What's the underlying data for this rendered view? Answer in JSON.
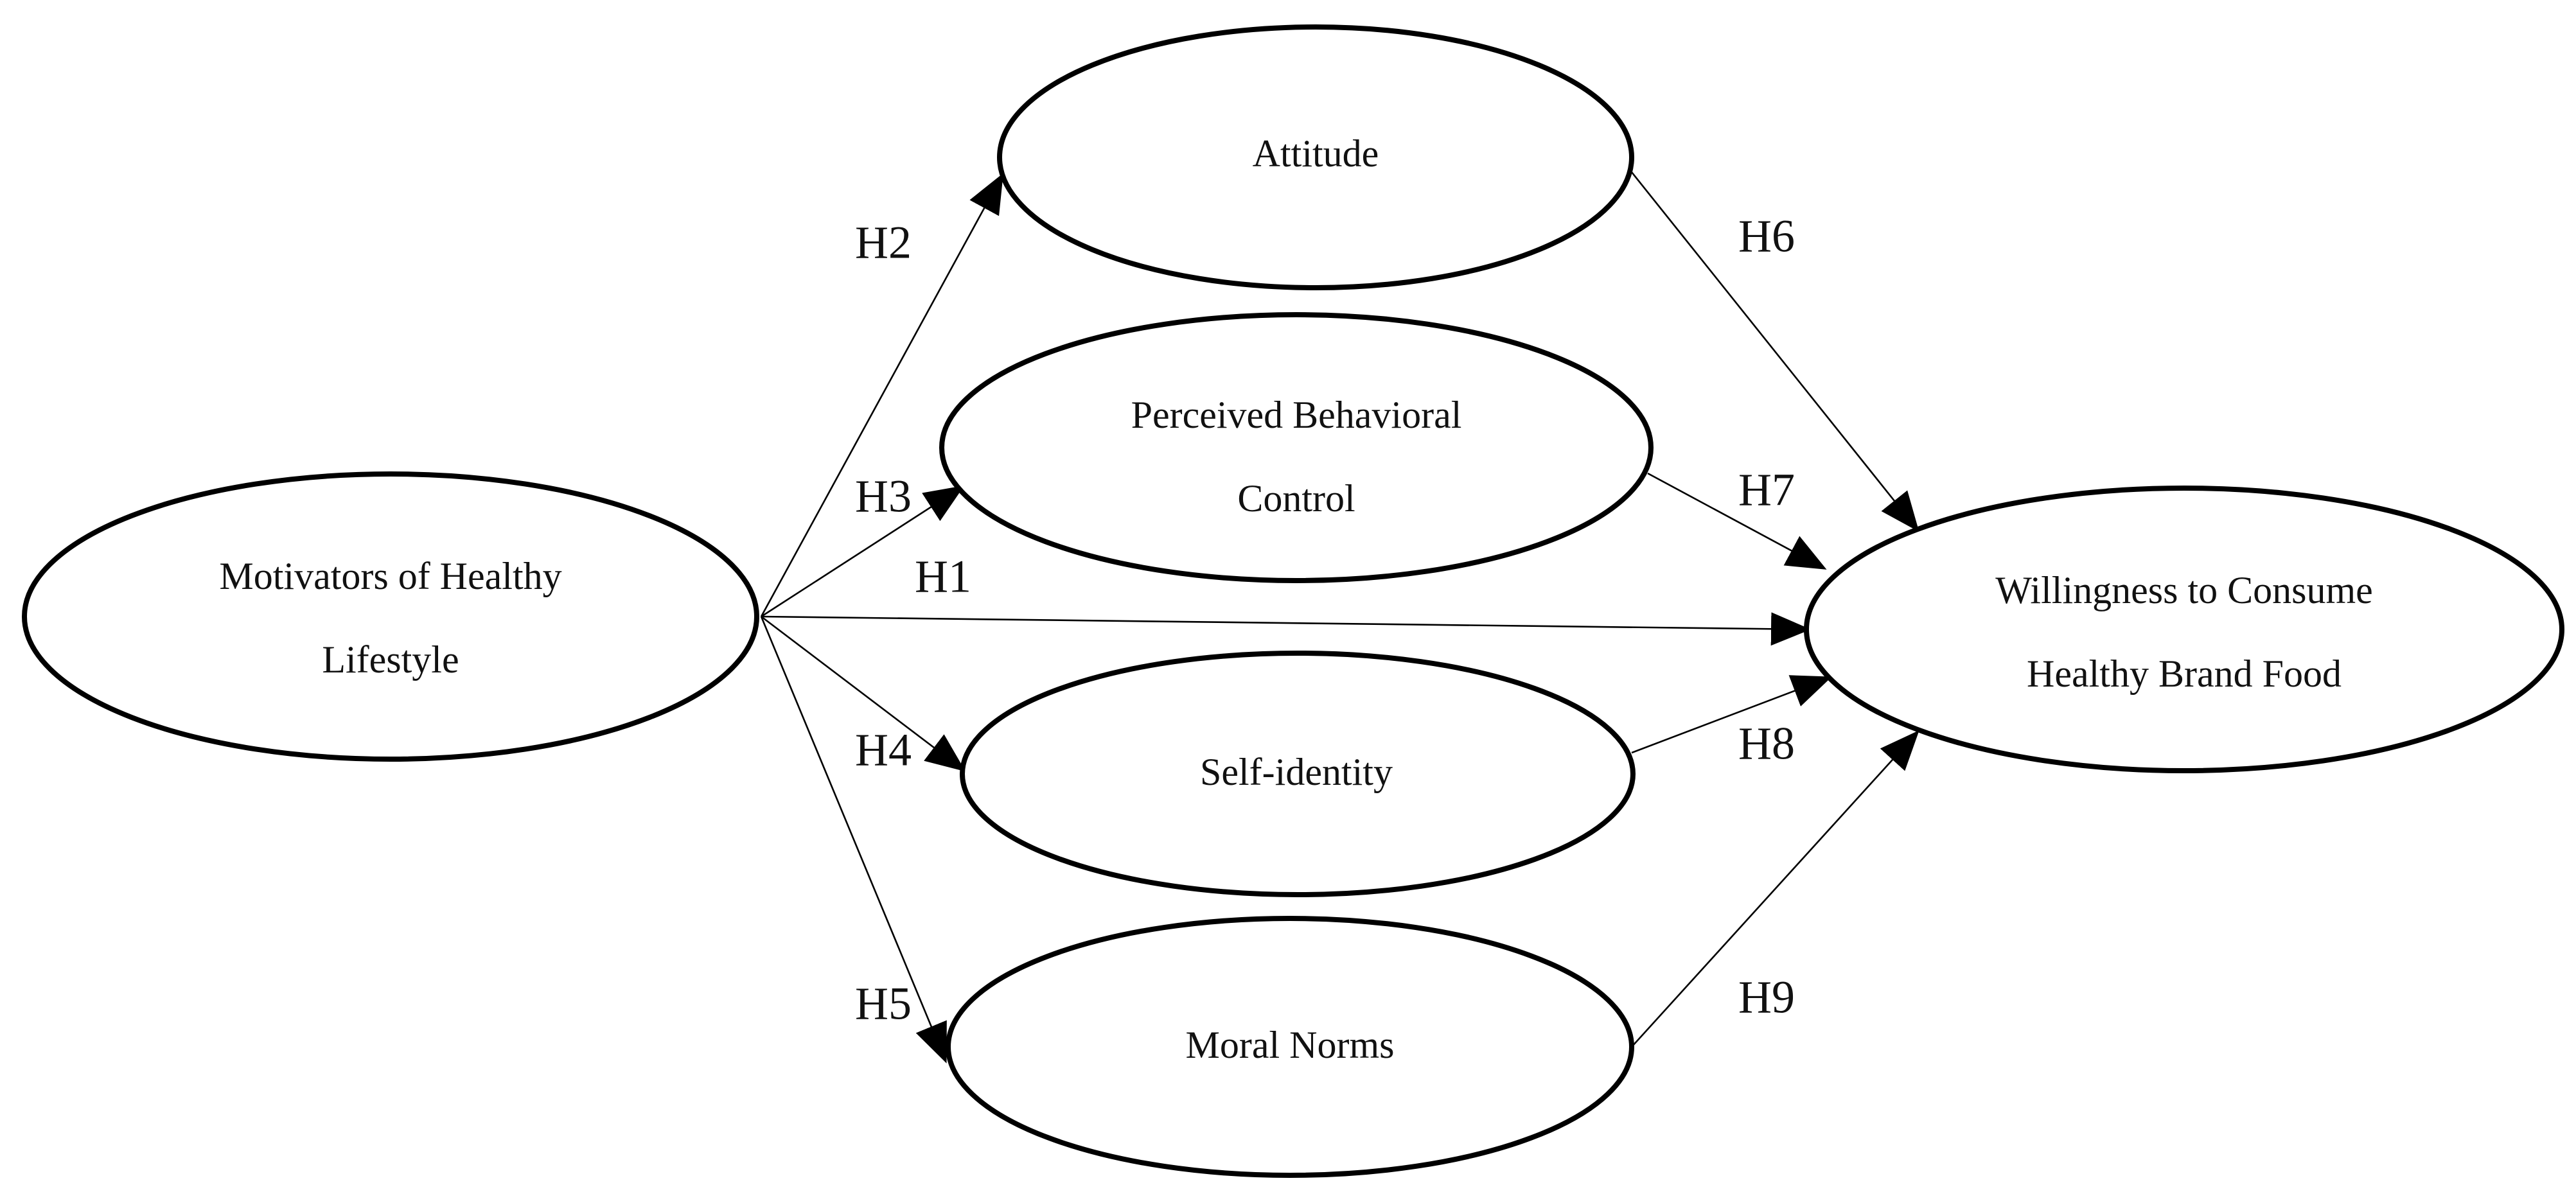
{
  "nodes": {
    "motivators": {
      "line1": "Motivators of Healthy",
      "line2": "Lifestyle"
    },
    "attitude": {
      "line1": "Attitude"
    },
    "pbc": {
      "line1": "Perceived Behavioral",
      "line2": "Control"
    },
    "self_identity": {
      "line1": "Self-identity"
    },
    "moral_norms": {
      "line1": "Moral Norms"
    },
    "willingness": {
      "line1": "Willingness to Consume",
      "line2": "Healthy Brand Food"
    }
  },
  "edges": [
    {
      "label": "H1",
      "from": "Motivators of Healthy Lifestyle",
      "to": "Willingness to Consume Healthy Brand Food"
    },
    {
      "label": "H2",
      "from": "Motivators of Healthy Lifestyle",
      "to": "Attitude"
    },
    {
      "label": "H3",
      "from": "Motivators of Healthy Lifestyle",
      "to": "Perceived Behavioral Control"
    },
    {
      "label": "H4",
      "from": "Motivators of Healthy Lifestyle",
      "to": "Self-identity"
    },
    {
      "label": "H5",
      "from": "Motivators of Healthy Lifestyle",
      "to": "Moral Norms"
    },
    {
      "label": "H6",
      "from": "Attitude",
      "to": "Willingness to Consume Healthy Brand Food"
    },
    {
      "label": "H7",
      "from": "Perceived Behavioral Control",
      "to": "Willingness to Consume Healthy Brand Food"
    },
    {
      "label": "H8",
      "from": "Self-identity",
      "to": "Willingness to Consume Healthy Brand Food"
    },
    {
      "label": "H9",
      "from": "Moral Norms",
      "to": "Willingness to Consume Healthy Brand Food"
    }
  ]
}
